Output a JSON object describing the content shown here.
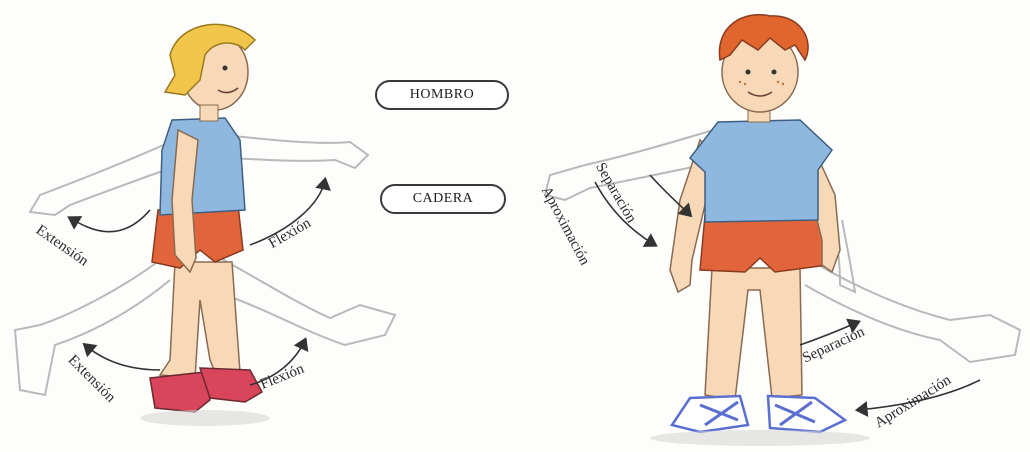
{
  "badges": {
    "shoulder": "HOMBRO",
    "hip": "CADERA"
  },
  "left_figure": {
    "arm_extension": "Extensión",
    "arm_flexion": "Flexión",
    "leg_extension": "Extensión",
    "leg_flexion": "Flexión"
  },
  "right_figure": {
    "arm_separation": "Separación",
    "arm_approximation": "Aproximación",
    "leg_separation": "Separación",
    "leg_approximation": "Aproximación"
  },
  "colors": {
    "shirt": "#8fb8e0",
    "shorts": "#e2643a",
    "hair_blond": "#f2c64a",
    "hair_red": "#e0662e",
    "skin": "#f7d9b8",
    "shoe_red": "#d9455a",
    "shoe_blue": "#5a6fd0"
  }
}
